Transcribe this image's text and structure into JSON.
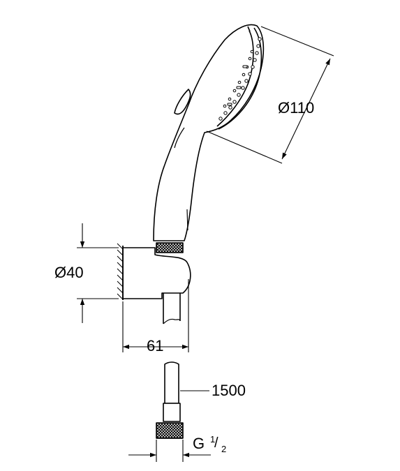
{
  "drawing": {
    "labels": {
      "head_diameter": "Ø110",
      "holder_diameter": "Ø40",
      "holder_depth": "61",
      "hose_length": "1500",
      "thread_prefix": "G",
      "thread_numerator": "1",
      "thread_slash": "/",
      "thread_denominator": "2"
    },
    "colors": {
      "line": "#000000",
      "paper": "#ffffff"
    }
  }
}
